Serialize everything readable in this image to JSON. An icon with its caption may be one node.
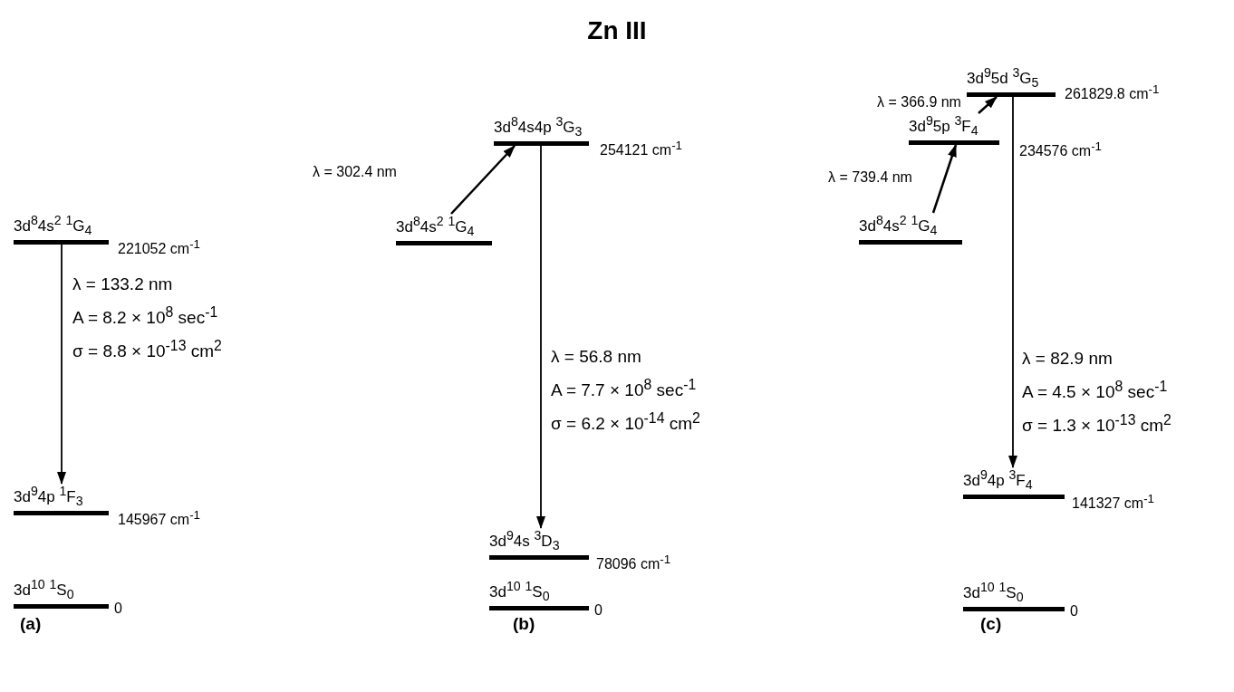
{
  "diagram": {
    "title": "Zn III",
    "nodes": [
      {
        "text": [
          "3d$^{8}$4s$^{2}$ $^{1}$G$_{4}$"
        ],
        "beside": [
          "221052 cm$^{-1}$"
        ]
      },
      {
        "text": [
          "3d$^{9}$4p $^{1}$F$_{3}$"
        ],
        "beside": [
          "145967 cm$^{-1}$"
        ]
      },
      {
        "text": [
          "3d$^{10}$ $^{1}$S$_{0}$"
        ],
        "beside": [
          "0"
        ]
      },
      {
        "text": [
          "3d$^{8}$4s4p $^{3}$G$_{3}$"
        ],
        "beside": [
          "254121 cm$^{-1}$"
        ]
      },
      {
        "text": [
          "3d$^{8}$4s$^{2}$ $^{1}$G$_{4}$"
        ]
      },
      {
        "text": [
          "3d$^{9}$4s $^{3}$D$_{3}$"
        ],
        "beside": [
          "78096 cm$^{-1}$"
        ]
      },
      {
        "text": [
          "3d$^{10}$ $^{1}$S$_{0}$"
        ],
        "beside": [
          "0"
        ]
      },
      {
        "text": [
          "3d$^{9}$5d $^{3}$G$_{5}$"
        ],
        "beside": [
          "261829.8 cm$^{-1}$"
        ]
      },
      {
        "text": [
          "3d$^{9}$5p $^{3}$F$_{4}$"
        ],
        "beside": [
          "234576 cm$^{-1}$"
        ]
      },
      {
        "text": [
          "3d$^{8}$4s$^{2}$ $^{1}$G$_{4}$"
        ]
      },
      {
        "text": [
          "3d$^{9}$4p $^{3}$F$_{4}$"
        ],
        "beside": [
          "141327 cm$^{-1}$"
        ]
      },
      {
        "text": [
          "3d$^{10}$ $^{1}$S$_{0}$"
        ],
        "beside": [
          "0"
        ]
      }
    ],
    "edges": [
      {
        "from": 0,
        "to": 1,
        "arrow": "to",
        "label": "λ = 133.2 nm A = 8.2 × 10$^{8}$ sec$^{-1}$ σ = 8.8 × 10$^{-13}$ cm$^{2}$"
      },
      {
        "from": 4,
        "to": 3,
        "arrow": "to",
        "label": "λ = 302.4 nm"
      },
      {
        "from": 3,
        "to": 5,
        "arrow": "to",
        "label": "λ = 56.8 nm A = 7.7 × 10$^{8}$ sec$^{-1}$ σ = 6.2 × 10$^{-14}$ cm$^{2}$"
      },
      {
        "from": 9,
        "to": 8,
        "arrow": "to",
        "label": "λ = 739.4 nm"
      },
      {
        "from": 8,
        "to": 7,
        "arrow": "to",
        "label": "λ = 366.9 nm"
      },
      {
        "from": 7,
        "to": 10,
        "arrow": "to",
        "label": "λ = 82.9 nm A = 4.5 × 10$^{8}$ sec$^{-1}$ σ = 1.3 × 10$^{-13}$ cm$^{2}$"
      }
    ],
    "labels": [
      "(a)",
      "(b)",
      "(c)"
    ]
  }
}
